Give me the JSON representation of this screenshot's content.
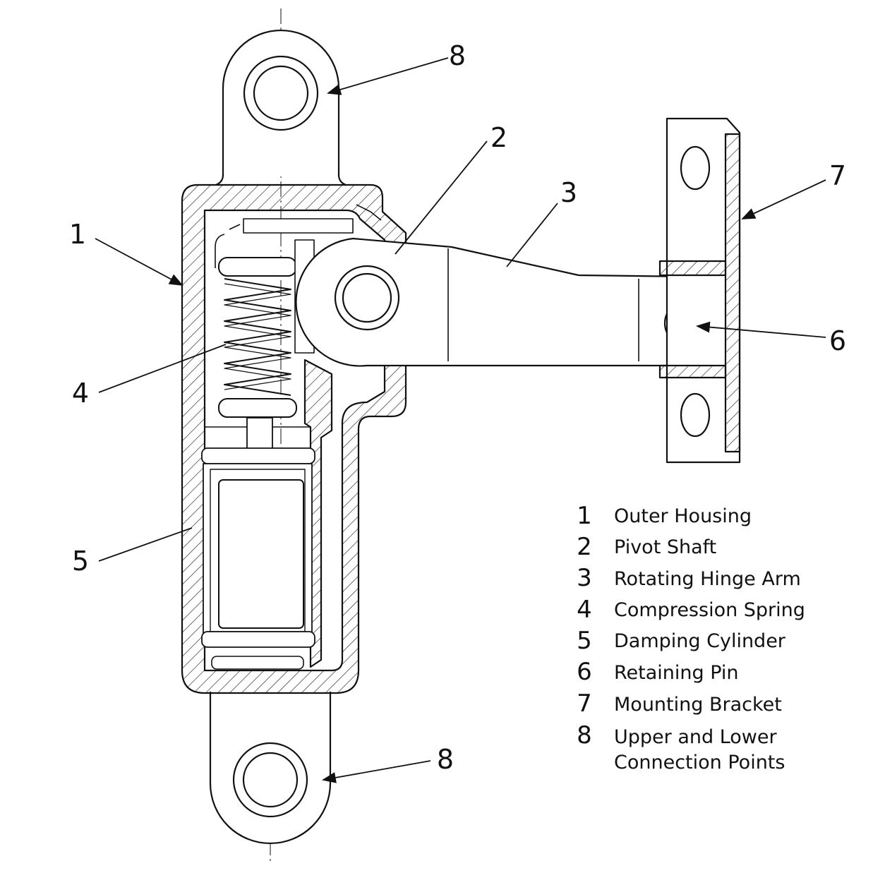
{
  "callouts": [
    {
      "number": "1",
      "part": "Outer Housing"
    },
    {
      "number": "2",
      "part": "Pivot Shaft"
    },
    {
      "number": "3",
      "part": "Rotating Hinge Arm"
    },
    {
      "number": "4",
      "part": "Compression Spring"
    },
    {
      "number": "5",
      "part": "Damping Cylinder"
    },
    {
      "number": "6",
      "part": "Retaining Pin"
    },
    {
      "number": "7",
      "part": "Mounting Bracket"
    },
    {
      "number": "8",
      "part": "Upper and Lower Connection Points"
    }
  ],
  "legend": [
    {
      "number": "1",
      "lines": [
        "Outer Housing"
      ]
    },
    {
      "number": "2",
      "lines": [
        "Pivot Shaft"
      ]
    },
    {
      "number": "3",
      "lines": [
        "Rotating Hinge Arm"
      ]
    },
    {
      "number": "4",
      "lines": [
        "Compression Spring"
      ]
    },
    {
      "number": "5",
      "lines": [
        "Damping Cylinder"
      ]
    },
    {
      "number": "6",
      "lines": [
        "Retaining Pin"
      ]
    },
    {
      "number": "7",
      "lines": [
        "Mounting Bracket"
      ]
    },
    {
      "number": "8",
      "lines": [
        "Upper and Lower",
        "Connection Points"
      ]
    }
  ],
  "colors": {
    "line": "#111111",
    "background": "#ffffff",
    "hatch": "#333333"
  }
}
